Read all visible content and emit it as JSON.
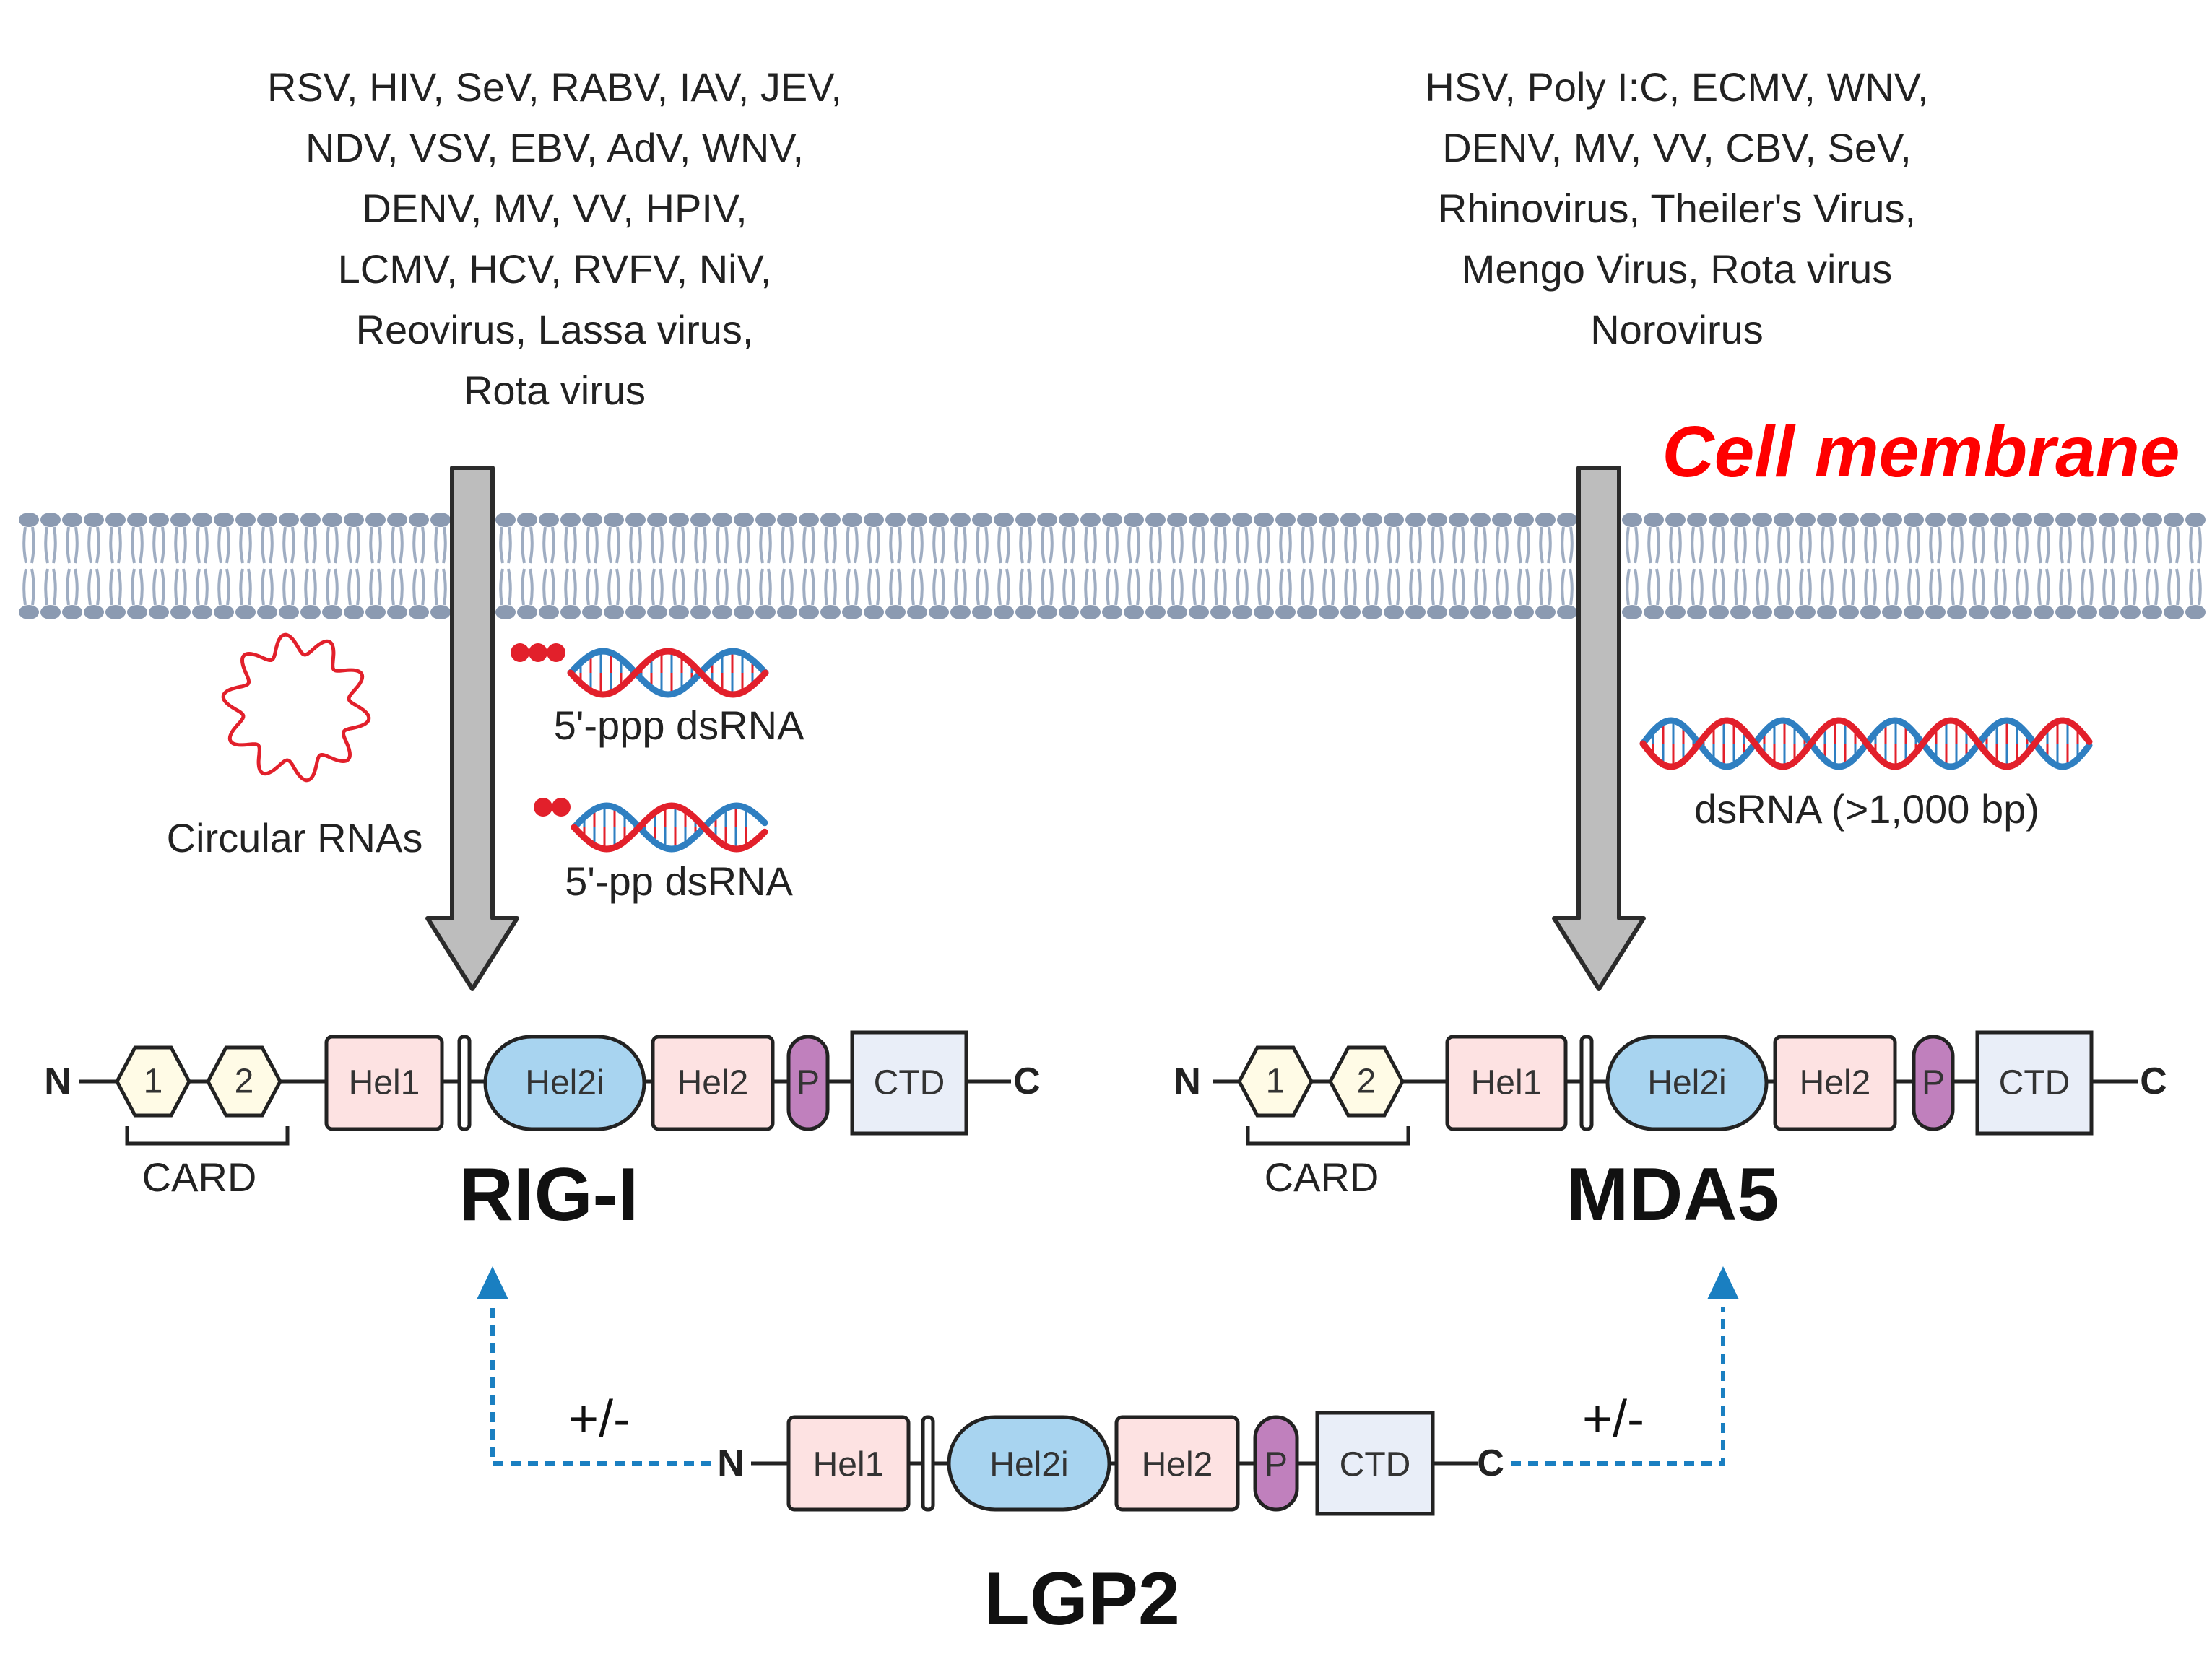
{
  "rig_viruses": [
    "RSV, HIV, SeV, RABV, IAV, JEV,",
    "NDV, VSV, EBV, AdV, WNV,",
    "DENV, MV, VV, HPIV,",
    "LCMV, HCV, RVFV, NiV,",
    "Reovirus, Lassa virus,",
    "Rota virus"
  ],
  "mda5_viruses": [
    "HSV, Poly I:C, ECMV, WNV,",
    "DENV, MV, VV, CBV, SeV,",
    "Rhinovirus, Theiler's Virus,",
    "Mengo Virus, Rota virus",
    "Norovirus"
  ],
  "membrane_label": "Cell membrane",
  "ligands": {
    "circular": "Circular RNAs",
    "ppp": "5'-ppp dsRNA",
    "pp": "5'-pp dsRNA",
    "long": "dsRNA (>1,000 bp)"
  },
  "domains": {
    "card1": "1",
    "card2": "2",
    "card": "CARD",
    "hel1": "Hel1",
    "hel2i": "Hel2i",
    "hel2": "Hel2",
    "p": "P",
    "ctd": "CTD",
    "n": "N",
    "c": "C"
  },
  "proteins": {
    "rig": "RIG-I",
    "mda5": "MDA5",
    "lgp2": "LGP2"
  },
  "regulation": {
    "left": "+/-",
    "right": "+/-"
  },
  "colors": {
    "membrane_red": "#ff0000",
    "arrow_gray": "#bdbdbd",
    "lipid": "#8b9ab1",
    "card_fill": "#fffbe6",
    "hel_fill": "#fde2e2",
    "hel2i_fill": "#a8d4f0",
    "p_fill": "#c080bd",
    "ctd_fill": "#e9eef8",
    "dashed_blue": "#1a7fc1",
    "rna_red": "#e2202b",
    "rna_blue": "#2f7fc1"
  }
}
